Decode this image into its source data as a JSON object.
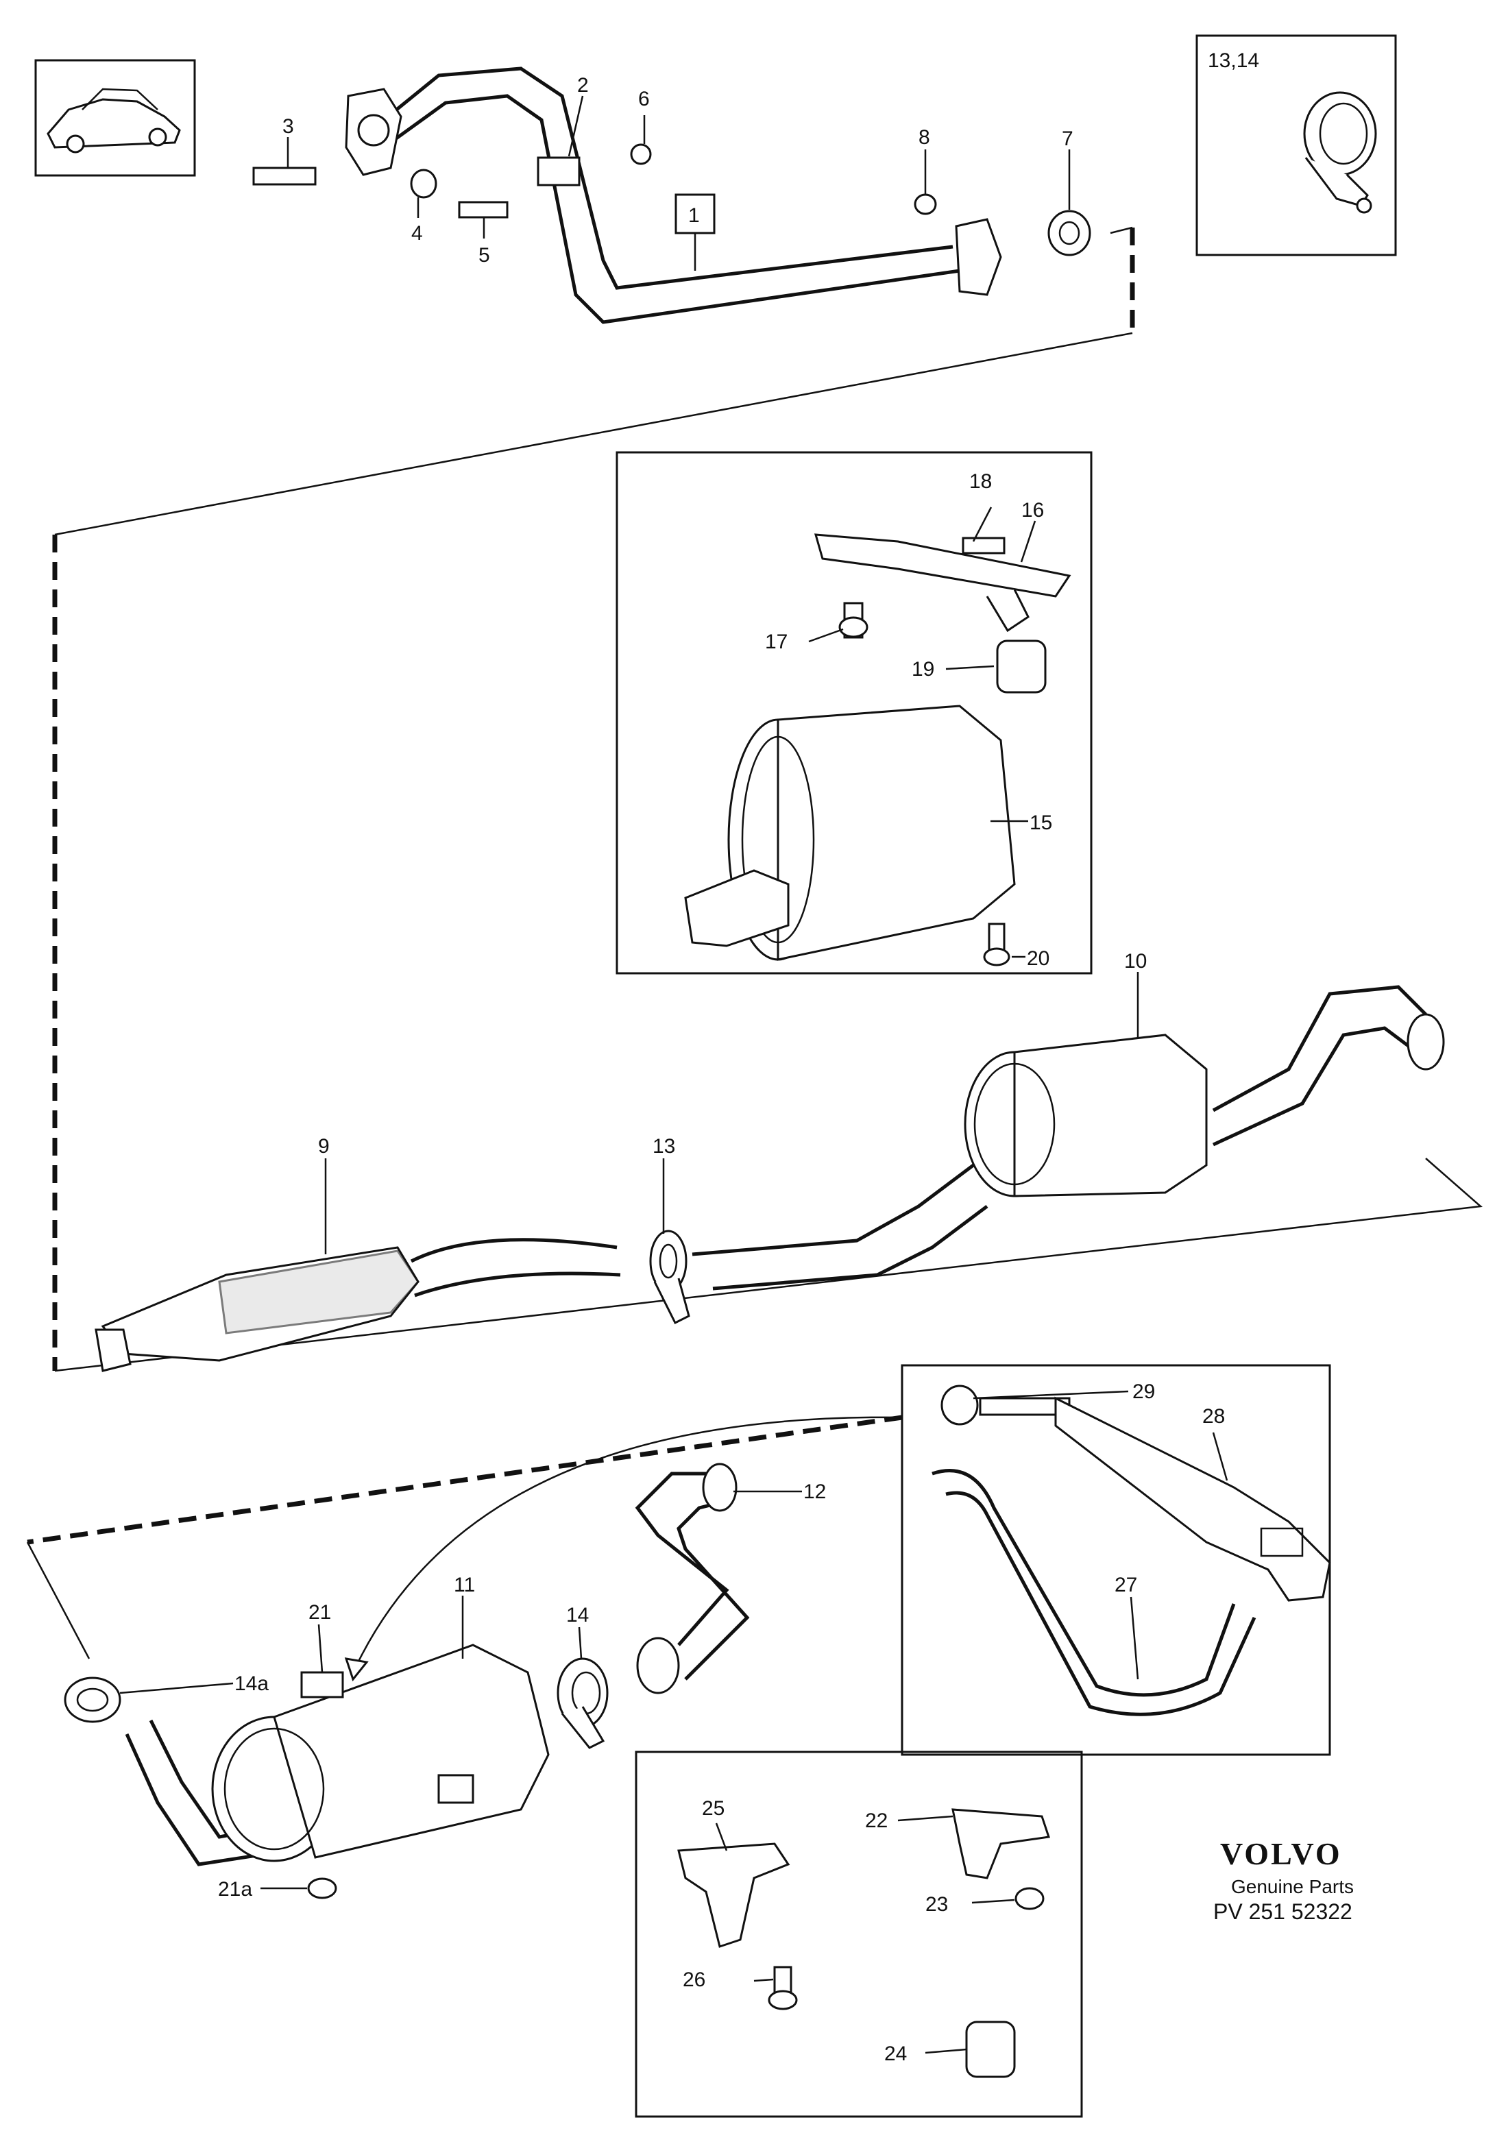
{
  "diagram": {
    "brand": "VOLVO",
    "brand_subtitle": "Genuine Parts",
    "part_number": "PV 251 52322",
    "inset_label_13_14": "13,14",
    "boxed_label_1": "1",
    "callouts": {
      "c2": "2",
      "c3": "3",
      "c4": "4",
      "c5": "5",
      "c6": "6",
      "c7": "7",
      "c8": "8",
      "c9": "9",
      "c10": "10",
      "c11": "11",
      "c12": "12",
      "c13": "13",
      "c14": "14",
      "c14a": "14a",
      "c15": "15",
      "c16": "16",
      "c17": "17",
      "c18": "18",
      "c19": "19",
      "c20": "20",
      "c21": "21",
      "c21a": "21a",
      "c22": "22",
      "c23": "23",
      "c24": "24",
      "c25": "25",
      "c26": "26",
      "c27": "27",
      "c28": "28",
      "c29": "29"
    }
  }
}
